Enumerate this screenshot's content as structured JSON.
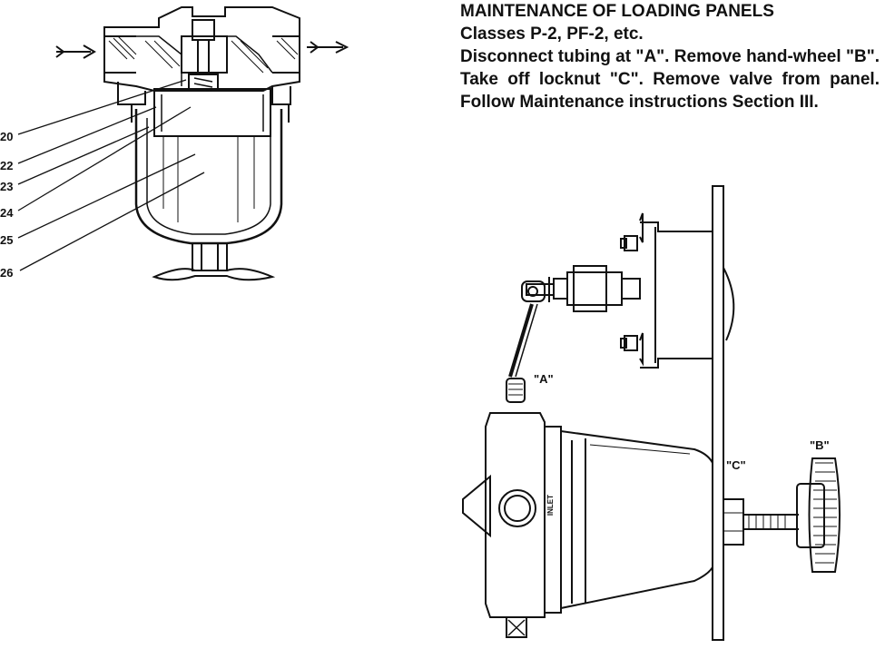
{
  "document": {
    "heading": "MAINTENANCE OF LOADING PANELS",
    "subheading": "Classes P-2, PF-2, etc.",
    "body": "Disconnect tubing at \"A\". Remove hand-wheel \"B\". Take off locknut \"C\". Remove valve from panel. Follow Maintenance instructions Section III."
  },
  "filter_figure": {
    "part_numbers": [
      "20",
      "22",
      "23",
      "24",
      "25",
      "26"
    ]
  },
  "panel_figure": {
    "callout_a": "\"A\"",
    "callout_b": "\"B\"",
    "callout_c": "\"C\"",
    "inlet_label": "INLET"
  }
}
